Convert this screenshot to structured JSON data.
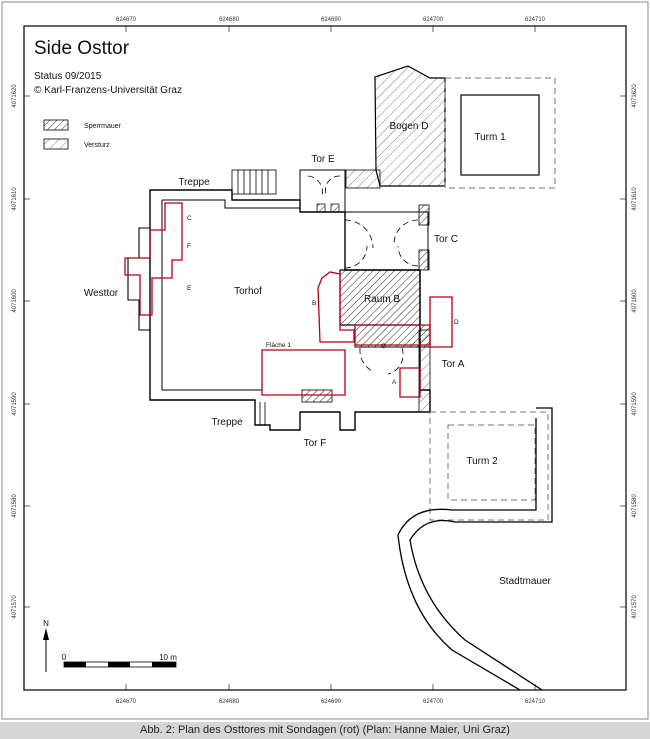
{
  "plan": {
    "title": "Side Osttor",
    "status": "Status 09/2015",
    "copyright": "© Karl-Franzens-Universität Graz",
    "legend": [
      {
        "label": "Sperrmauer"
      },
      {
        "label": "Versturz"
      }
    ],
    "labels": {
      "bogen_d": "Bogen D",
      "turm_1": "Turm 1",
      "tor_e": "Tor E",
      "treppe_top": "Treppe",
      "tor_c": "Tor C",
      "westtor": "Westtor",
      "torhof": "Torhof",
      "raum_b": "Raum B",
      "tor_a": "Tor A",
      "treppe_bottom": "Treppe",
      "tor_f": "Tor F",
      "turm_2": "Turm 2",
      "stadtmauer": "Stadtmauer",
      "flaeche_1": "Fläche 1"
    },
    "sondage_letters": {
      "c": "C",
      "f": "F",
      "e": "E",
      "b": "B",
      "d": "D",
      "g": "G",
      "a": "A"
    },
    "north": "N",
    "scale_start": "0",
    "scale_end": "10 m",
    "x_coords": [
      "624670",
      "624680",
      "624690",
      "624700",
      "624710"
    ],
    "y_coords": [
      "4071620",
      "4071610",
      "4071600",
      "4071590",
      "4071580",
      "4071570"
    ]
  },
  "caption": "Abb. 2: Plan des Osttores mit Sondagen (rot) (Plan: Hanne Maier, Uni Graz)"
}
